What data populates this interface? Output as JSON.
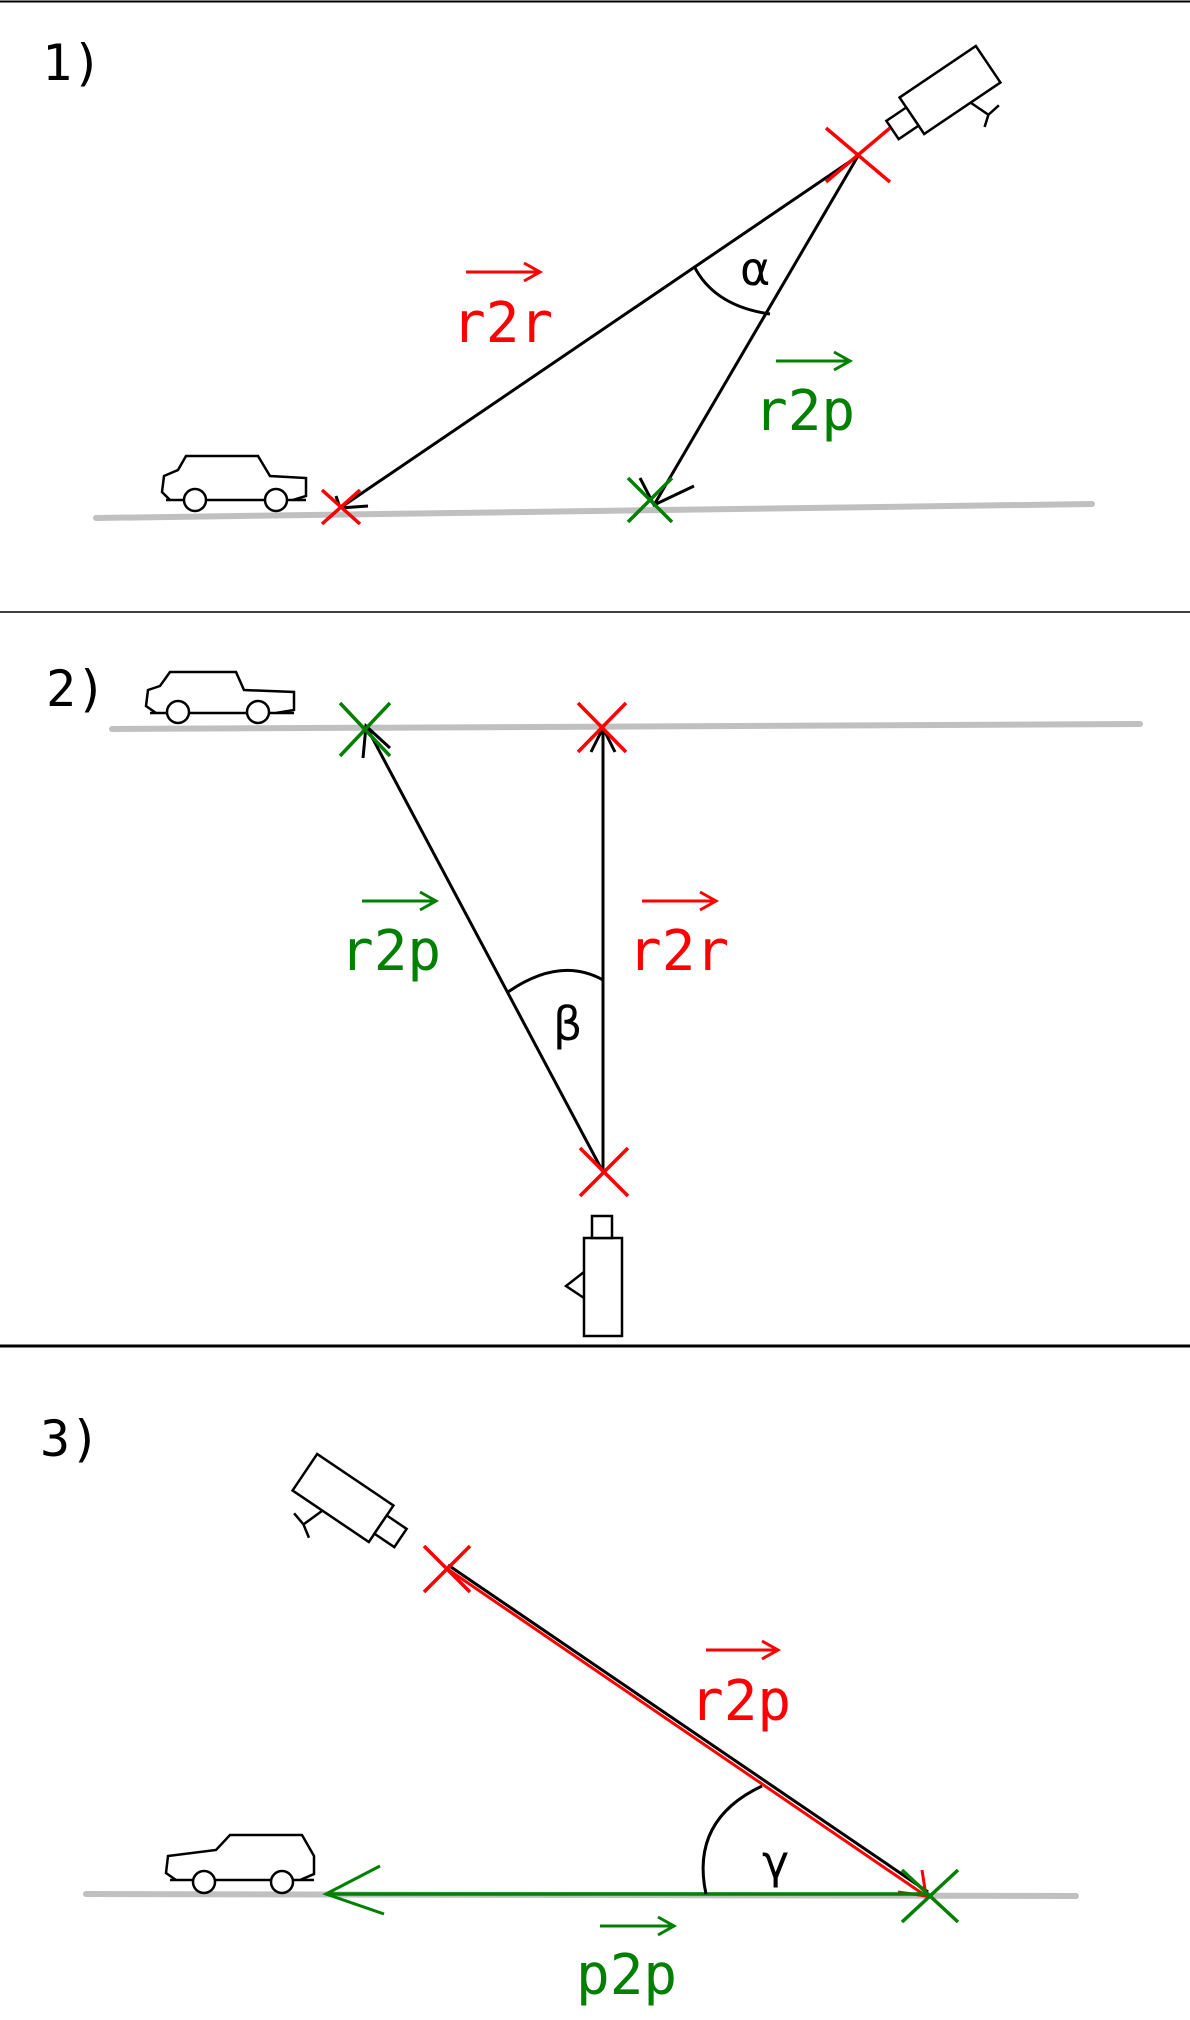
{
  "colors": {
    "red": "#ff0000",
    "green": "#008000",
    "black": "#000000",
    "road": "#c0c0c0"
  },
  "icons": [
    "car-icon",
    "camera-icon"
  ],
  "panels": [
    {
      "number": "1)",
      "vectors": [
        {
          "label": "r2r",
          "color": "red"
        },
        {
          "label": "r2p",
          "color": "green"
        }
      ],
      "angle": "α"
    },
    {
      "number": "2)",
      "vectors": [
        {
          "label": "r2p",
          "color": "green"
        },
        {
          "label": "r2r",
          "color": "red"
        }
      ],
      "angle": "β"
    },
    {
      "number": "3)",
      "vectors": [
        {
          "label": "r2p",
          "color": "red"
        },
        {
          "label": "p2p",
          "color": "green"
        }
      ],
      "angle": "γ"
    }
  ]
}
